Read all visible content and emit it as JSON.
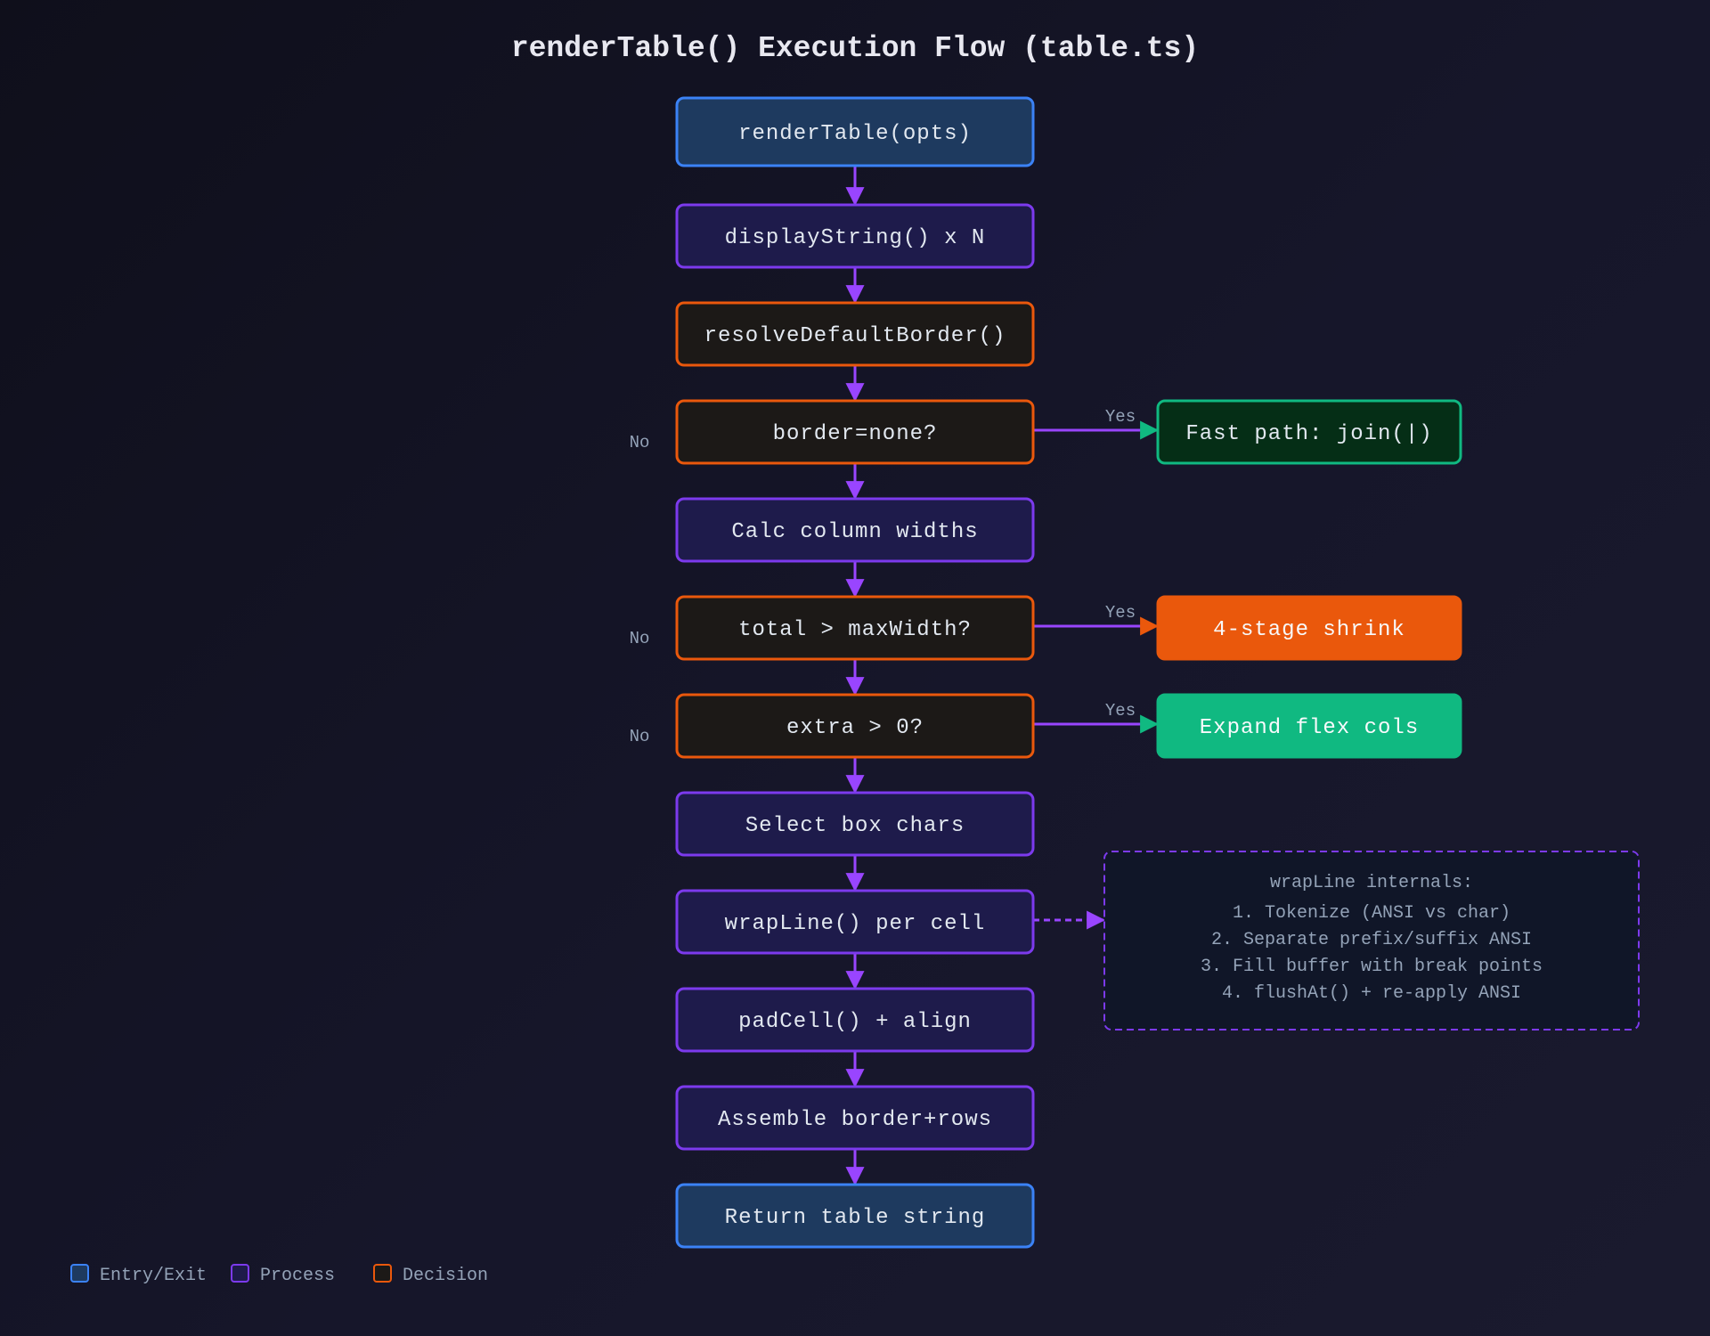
{
  "title": "renderTable() Execution Flow (table.ts)",
  "colors": {
    "entry_fill": "#1e3a5f",
    "entry_stroke": "#3b82f6",
    "process_fill": "#1e1b4b",
    "process_stroke": "#7c3aed",
    "decision_fill": "#1c1917",
    "decision_stroke": "#ea580c",
    "fast_fill": "#052e16",
    "fast_stroke": "#10b981",
    "shrink_fill": "#ea580c",
    "expand_fill": "#10b981",
    "arrow": "#9945ff",
    "label_muted": "#94a3b8",
    "text": "#e2e8f0"
  },
  "main_nodes": [
    {
      "id": "n1",
      "text": "renderTable(opts)",
      "kind": "entry"
    },
    {
      "id": "n2",
      "text": "displayString() x N",
      "kind": "process"
    },
    {
      "id": "n3",
      "text": "resolveDefaultBorder()",
      "kind": "decision"
    },
    {
      "id": "n4",
      "text": "border=none?",
      "kind": "decision"
    },
    {
      "id": "n5",
      "text": "Calc column widths",
      "kind": "process"
    },
    {
      "id": "n6",
      "text": "total > maxWidth?",
      "kind": "decision"
    },
    {
      "id": "n7",
      "text": "extra > 0?",
      "kind": "decision"
    },
    {
      "id": "n8",
      "text": "Select box chars",
      "kind": "process"
    },
    {
      "id": "n9",
      "text": "wrapLine() per cell",
      "kind": "process"
    },
    {
      "id": "n10",
      "text": "padCell() + align",
      "kind": "process"
    },
    {
      "id": "n11",
      "text": "Assemble border+rows",
      "kind": "process"
    },
    {
      "id": "n12",
      "text": "Return table string",
      "kind": "entry"
    }
  ],
  "branches": [
    {
      "from": "n4",
      "yes_label": "Yes",
      "no_label": "No",
      "text": "Fast path: join(|)",
      "kind": "fast"
    },
    {
      "from": "n6",
      "yes_label": "Yes",
      "no_label": "No",
      "text": "4-stage shrink",
      "kind": "shrink"
    },
    {
      "from": "n7",
      "yes_label": "Yes",
      "no_label": "No",
      "text": "Expand flex cols",
      "kind": "expand"
    }
  ],
  "note": {
    "from": "n9",
    "title": "wrapLine internals:",
    "lines": [
      "1. Tokenize (ANSI vs char)",
      "2. Separate prefix/suffix ANSI",
      "3. Fill buffer with break points",
      "4. flushAt() + re-apply ANSI"
    ]
  },
  "legend": [
    {
      "label": "Entry/Exit",
      "kind": "entry"
    },
    {
      "label": "Process",
      "kind": "process"
    },
    {
      "label": "Decision",
      "kind": "decision"
    }
  ]
}
